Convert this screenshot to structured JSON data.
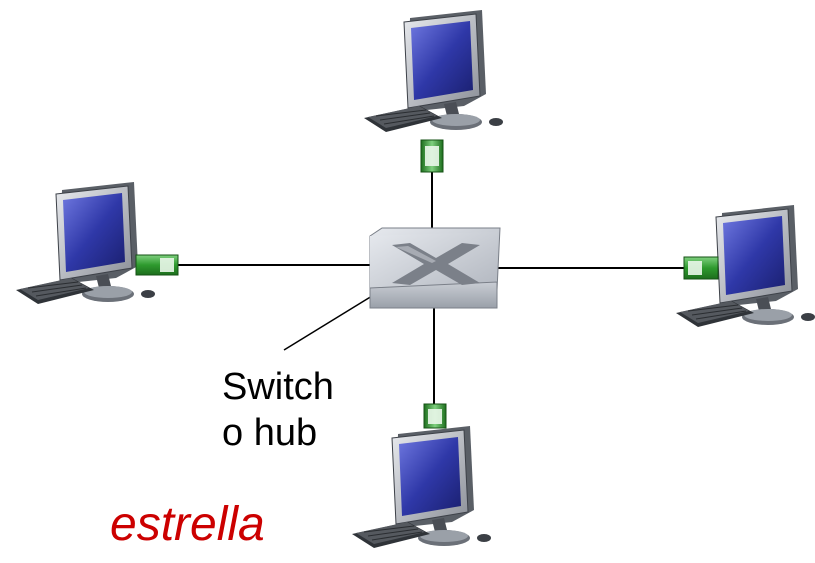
{
  "labels": {
    "device_line1": "Switch",
    "device_line2": "o hub",
    "topology": "estrella"
  },
  "colors": {
    "topology_text": "#cc0000",
    "connector": "#2e9a2e",
    "cable": "#000000",
    "screen": "#2a2f8f"
  },
  "nodes": [
    {
      "name": "computer-top"
    },
    {
      "name": "computer-left"
    },
    {
      "name": "computer-right"
    },
    {
      "name": "computer-bottom"
    }
  ],
  "center": {
    "name": "switch-hub",
    "icon": "switch-icon"
  }
}
